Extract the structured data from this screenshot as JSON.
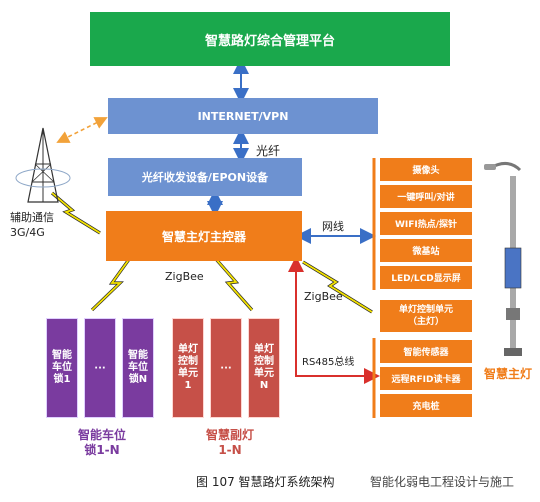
{
  "platform": "智慧路灯综合管理平台",
  "internet": "INTERNET/VPN",
  "fiber_label": "光纤",
  "fiber_device": "光纤收发设备/EPON设备",
  "aux_label": "辅助通信\n3G/4G",
  "controller": "智慧主灯主控器",
  "network_label": "网线",
  "zigbee_left": "ZigBee",
  "zigbee_right": "ZigBee",
  "rs485_label": "RS485总线",
  "right_group_top": [
    "摄像头",
    "一键呼叫/对讲",
    "WIFI热点/探针",
    "微基站",
    "LED/LCD显示屏"
  ],
  "single_unit_main": "单灯控制单元\n（主灯）",
  "right_group_bottom": [
    "智能传感器",
    "远程RFID读卡器",
    "充电桩"
  ],
  "parking_locks": [
    "智能\n车位\n锁1",
    "···",
    "智能\n车位\n锁N"
  ],
  "parking_group_label": "智能车位\n锁1-N",
  "sub_units": [
    "单灯\n控制\n单元\n1",
    "···",
    "单灯\n控制\n单元\nN"
  ],
  "sub_group_label": "智慧副灯\n1-N",
  "main_lamp_label": "智慧主灯",
  "caption": "图 107 智慧路灯系统架构",
  "watermark": "智能化弱电工程设计与施工",
  "colors": {
    "green": "#1aa84c",
    "blue": "#6d92d1",
    "orange": "#f07d1a",
    "purple": "#7a3b9f",
    "red": "#c65048",
    "arrow_blue": "#3a6fc6",
    "arrow_red": "#d9302c",
    "lightning": "#f2e100"
  }
}
